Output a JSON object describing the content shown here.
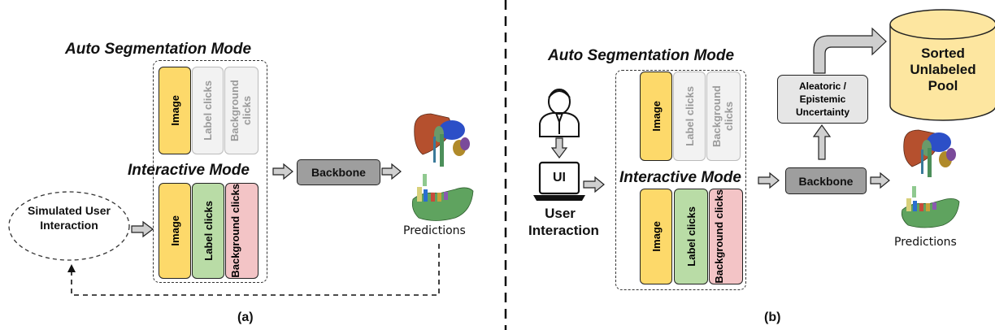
{
  "panel_a": {
    "auto_mode_title": "Auto Segmentation Mode",
    "interactive_mode_title": "Interactive Mode",
    "auto_boxes": [
      "Image",
      "Label clicks",
      "Background clicks"
    ],
    "interactive_boxes": [
      "Image",
      "Label clicks",
      "Background clicks"
    ],
    "backbone_label": "Backbone",
    "simulated_user": "Simulated User Interaction",
    "predictions_label": "Predictions",
    "panel_label": "(a)"
  },
  "panel_b": {
    "auto_mode_title": "Auto Segmentation Mode",
    "interactive_mode_title": "Interactive Mode",
    "auto_boxes": [
      "Image",
      "Label clicks",
      "Background clicks"
    ],
    "interactive_boxes": [
      "Image",
      "Label clicks",
      "Background clicks"
    ],
    "backbone_label": "Backbone",
    "ui_label": "UI",
    "user_interaction": "User Interaction",
    "uncertainty_label": "Aleatoric / Epistemic Uncertainty",
    "pool_label": "Sorted Unlabeled Pool",
    "predictions_label": "Predictions",
    "panel_label": "(b)"
  },
  "colors": {
    "image_fill": "#fdd96a",
    "label_fill": "#b9dca6",
    "background_fill": "#f3c4c6",
    "faint_fill": "#f2f2f2",
    "backbone_fill": "#9e9e9e",
    "pool_fill": "#fde6a0",
    "uncertainty_fill": "#e6e6e6"
  }
}
